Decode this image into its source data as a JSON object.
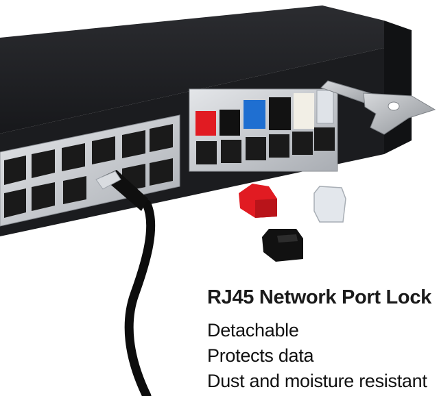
{
  "product": {
    "title": "RJ45 Network Port Lock",
    "features": [
      "Detachable",
      "Protects data",
      "Dust and moisture resistant"
    ]
  },
  "colors": {
    "switch_body": "#1e1f22",
    "port_plate": "#c9ccd0",
    "lock_red": "#e11b22",
    "lock_blue": "#1f6fd1",
    "lock_black": "#111111",
    "lock_white": "#f2efe6",
    "lock_clear": "#dfe3e8",
    "key_metal": "#b9bcc0",
    "cable": "#0d0d0d"
  },
  "icons": {
    "switch": "network-switch-illustration",
    "key": "lock-removal-key-icon",
    "red_lock": "red-port-lock-icon",
    "black_lock": "black-port-lock-icon",
    "clear_lock": "clear-port-lock-icon",
    "cable": "ethernet-cable-icon"
  }
}
